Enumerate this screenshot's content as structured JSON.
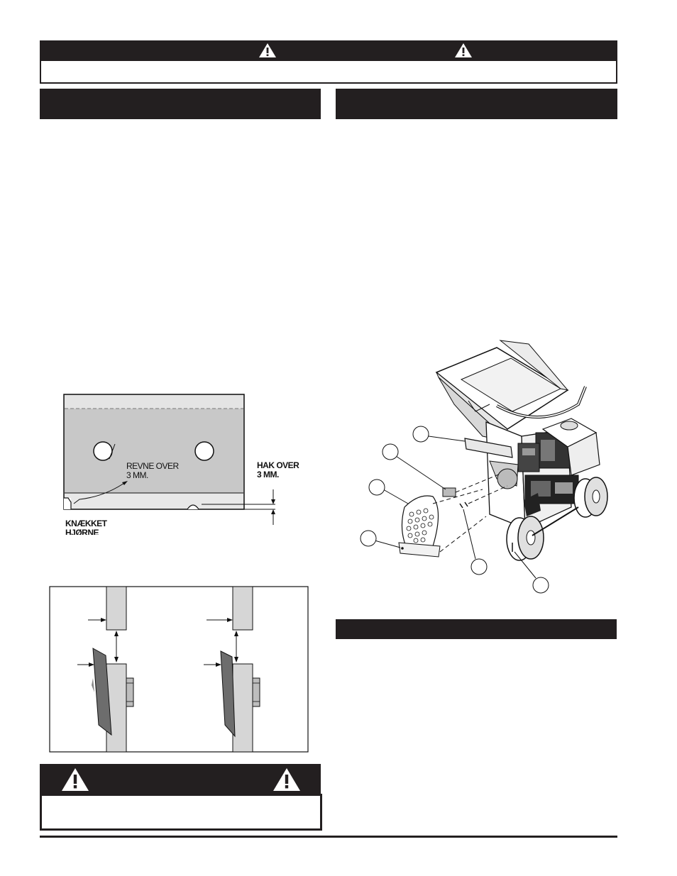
{
  "figure_blade": {
    "crack_label_line1": "REVNE OVER",
    "crack_label_line2": "3 MM.",
    "notch_label_line1": "HAK OVER",
    "notch_label_line2": "3 MM.",
    "broken_corner_line1": "KNÆKKET",
    "broken_corner_line2": "HJØRNE"
  }
}
